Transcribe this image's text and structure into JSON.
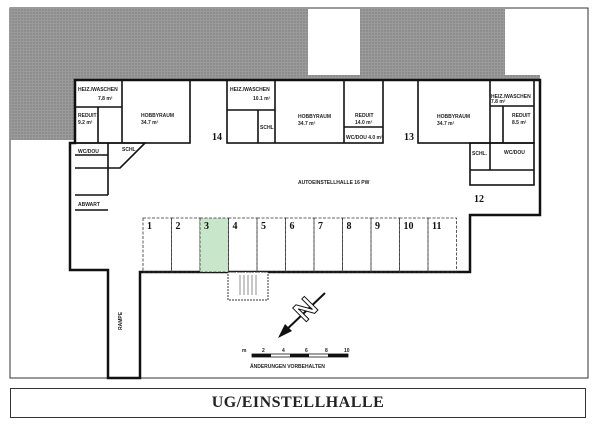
{
  "rooms": {
    "left": {
      "heiz": "HEIZ./WASCHEN",
      "heiz_area": "7.8 m²",
      "redut": "REDUIT",
      "redut_area": "9.2 m²",
      "hobby": "HOBBYRAUM",
      "hobby_area": "34.7 m²",
      "wc": "WC/DOU",
      "schl": "SCHL",
      "abwart": "ABWART"
    },
    "middle": {
      "heiz": "HEIZ./WASCHEN",
      "heiz_area": "10.1 m²",
      "hobby": "HOBBYRAUM",
      "hobby_area": "34.7 m²",
      "redut": "REDUIT",
      "redut_area": "14.0 m²",
      "wc": "WC/DOU 4.0 m²",
      "schl": "SCHL"
    },
    "right": {
      "heiz": "HEIZ./WASCHEN",
      "heiz_area": "7.8 m²",
      "hobby": "HOBBYRAUM",
      "hobby_area": "34.7 m²",
      "redut": "REDUIT",
      "redut_area": "8.5 m²",
      "wc": "WC/DOU",
      "schl": "SCHL."
    }
  },
  "hall_label": "AUTOEINSTELLHALLE 16 PW",
  "area_numbers": [
    "14",
    "13",
    "12"
  ],
  "parking_spots": [
    "1",
    "2",
    "3",
    "4",
    "5",
    "6",
    "7",
    "8",
    "9",
    "10",
    "11"
  ],
  "highlighted_spot": "3",
  "highlight_color": "#c8e6c9",
  "ramp_label": "RAMPE",
  "north_arrow": "N",
  "scale": {
    "unit": "m",
    "ticks": [
      "2",
      "4",
      "6",
      "8",
      "10"
    ]
  },
  "disclaimer": "ÄNDERUNGEN VORBEHALTEN",
  "title": "UG/EINSTELLHALLE"
}
